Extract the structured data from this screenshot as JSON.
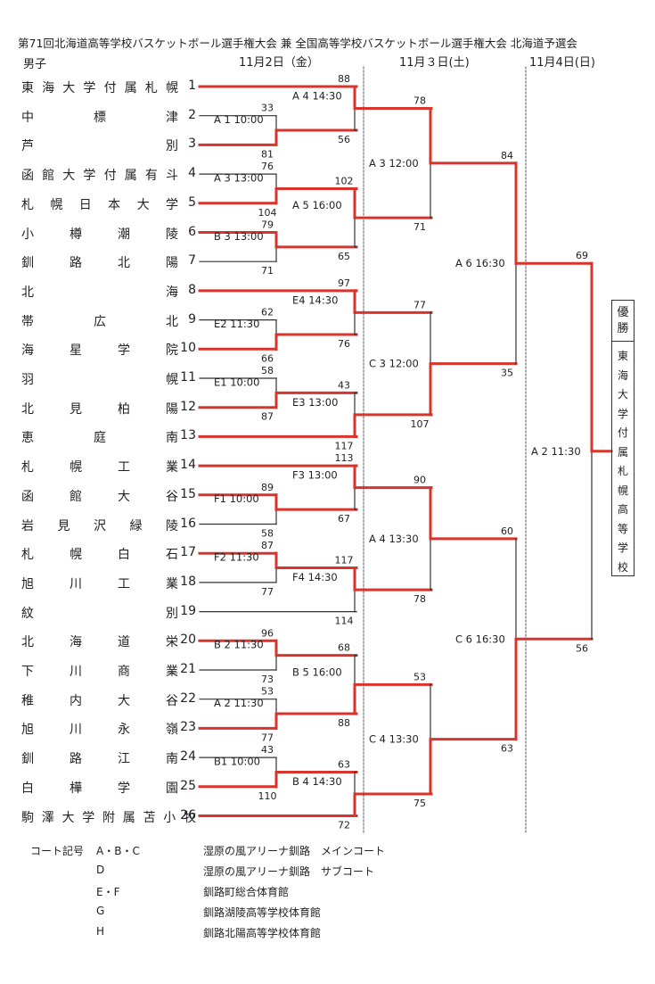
{
  "title": "第71回北海道高等学校バスケットボール選手権大会 兼 全国高等学校バスケットボール選手権大会 北海道予選会",
  "gender": "男子",
  "days": [
    "11月2日（金）",
    "11月３日(土)",
    "11月4日(日)"
  ],
  "teams": [
    {
      "name": "東海大学付属札幌",
      "seed": "1"
    },
    {
      "name": "中標津",
      "seed": "2"
    },
    {
      "name": "芦別",
      "seed": "3"
    },
    {
      "name": "函館大学付属有斗",
      "seed": "4"
    },
    {
      "name": "札幌日本大学",
      "seed": "5"
    },
    {
      "name": "小樽潮陵",
      "seed": "6"
    },
    {
      "name": "釧路北陽",
      "seed": "7"
    },
    {
      "name": "北海",
      "seed": "8"
    },
    {
      "name": "帯広北",
      "seed": "9"
    },
    {
      "name": "海星学院",
      "seed": "10"
    },
    {
      "name": "羽幌",
      "seed": "11"
    },
    {
      "name": "北見柏陽",
      "seed": "12"
    },
    {
      "name": "恵庭南",
      "seed": "13"
    },
    {
      "name": "札幌工業",
      "seed": "14"
    },
    {
      "name": "函館大谷",
      "seed": "15"
    },
    {
      "name": "岩見沢緑陵",
      "seed": "16"
    },
    {
      "name": "札幌白石",
      "seed": "17"
    },
    {
      "name": "旭川工業",
      "seed": "18"
    },
    {
      "name": "紋別",
      "seed": "19"
    },
    {
      "name": "北海道栄",
      "seed": "20"
    },
    {
      "name": "下川商業",
      "seed": "21"
    },
    {
      "name": "稚内大谷",
      "seed": "22"
    },
    {
      "name": "旭川永嶺",
      "seed": "23"
    },
    {
      "name": "釧路江南",
      "seed": "24"
    },
    {
      "name": "白樺学園",
      "seed": "25"
    },
    {
      "name": "駒澤大学附属苫小牧",
      "seed": "26"
    }
  ],
  "round1": [
    {
      "court": "A 1 10:00",
      "score_top": "33",
      "score_bottom": "81"
    },
    {
      "court": "A 3 13:00",
      "score_top": "76",
      "score_bottom": "104"
    },
    {
      "court": "B 3 13:00",
      "score_top": "79",
      "score_bottom": "71"
    },
    {
      "court": "E2 11:30",
      "score_top": "62",
      "score_bottom": "66"
    },
    {
      "court": "E1 10:00",
      "score_top": "58",
      "score_bottom": "87"
    },
    {
      "court": "F1 10:00",
      "score_top": "89",
      "score_bottom": "58"
    },
    {
      "court": "F2 11:30",
      "score_top": "87",
      "score_bottom": "77"
    },
    {
      "court": "B 2 11:30",
      "score_top": "96",
      "score_bottom": "73"
    },
    {
      "court": "A 2 11:30",
      "score_top": "53",
      "score_bottom": "77"
    },
    {
      "court": "B1 10:00",
      "score_top": "43",
      "score_bottom": "110"
    }
  ],
  "round2": [
    {
      "court": "A 4 14:30",
      "score_top": "88",
      "score_bottom": "56"
    },
    {
      "court": "A 5 16:00",
      "score_top": "102",
      "score_bottom": "65"
    },
    {
      "court": "E4 14:30",
      "score_top": "97",
      "score_bottom": "76"
    },
    {
      "court": "E3 13:00",
      "score_top": "43",
      "score_bottom": "117"
    },
    {
      "court": "F3 13:00",
      "score_top": "113",
      "score_bottom": "67"
    },
    {
      "court": "F4 14:30",
      "score_top": "117",
      "score_bottom": "114"
    },
    {
      "court": "B 5 16:00",
      "score_top": "68",
      "score_bottom": "88"
    },
    {
      "court": "B 4 14:30",
      "score_top": "63",
      "score_bottom": "72"
    }
  ],
  "round3": [
    {
      "court": "A 3 12:00",
      "score_top": "78",
      "score_bottom": "71"
    },
    {
      "court": "C 3 12:00",
      "score_top": "77",
      "score_bottom": "107"
    },
    {
      "court": "A 4 13:30",
      "score_top": "90",
      "score_bottom": "78"
    },
    {
      "court": "C 4 13:30",
      "score_top": "53",
      "score_bottom": "75"
    }
  ],
  "round4": [
    {
      "court": "A 6 16:30",
      "score_top": "84",
      "score_bottom": "35"
    },
    {
      "court": "C 6 16:30",
      "score_top": "60",
      "score_bottom": "63"
    }
  ],
  "final": {
    "court": "A 2 11:30",
    "score_top": "69",
    "score_bottom": "56"
  },
  "champion_label": "優勝",
  "champion": "東海大学付属札幌高等学校",
  "legend": {
    "heading": "コート記号",
    "items": [
      {
        "code": "A・B・C",
        "venue": "湿原の風アリーナ釧路　メインコート"
      },
      {
        "code": "D",
        "venue": "湿原の風アリーナ釧路　サブコート"
      },
      {
        "code": "E・F",
        "venue": "釧路町総合体育館"
      },
      {
        "code": "G",
        "venue": "釧路湖陵高等学校体育館"
      },
      {
        "code": "H",
        "venue": "釧路北陽高等学校体育館"
      }
    ]
  },
  "colors": {
    "win_line": "#d9342b",
    "line": "#333333",
    "divider": "#555555"
  }
}
